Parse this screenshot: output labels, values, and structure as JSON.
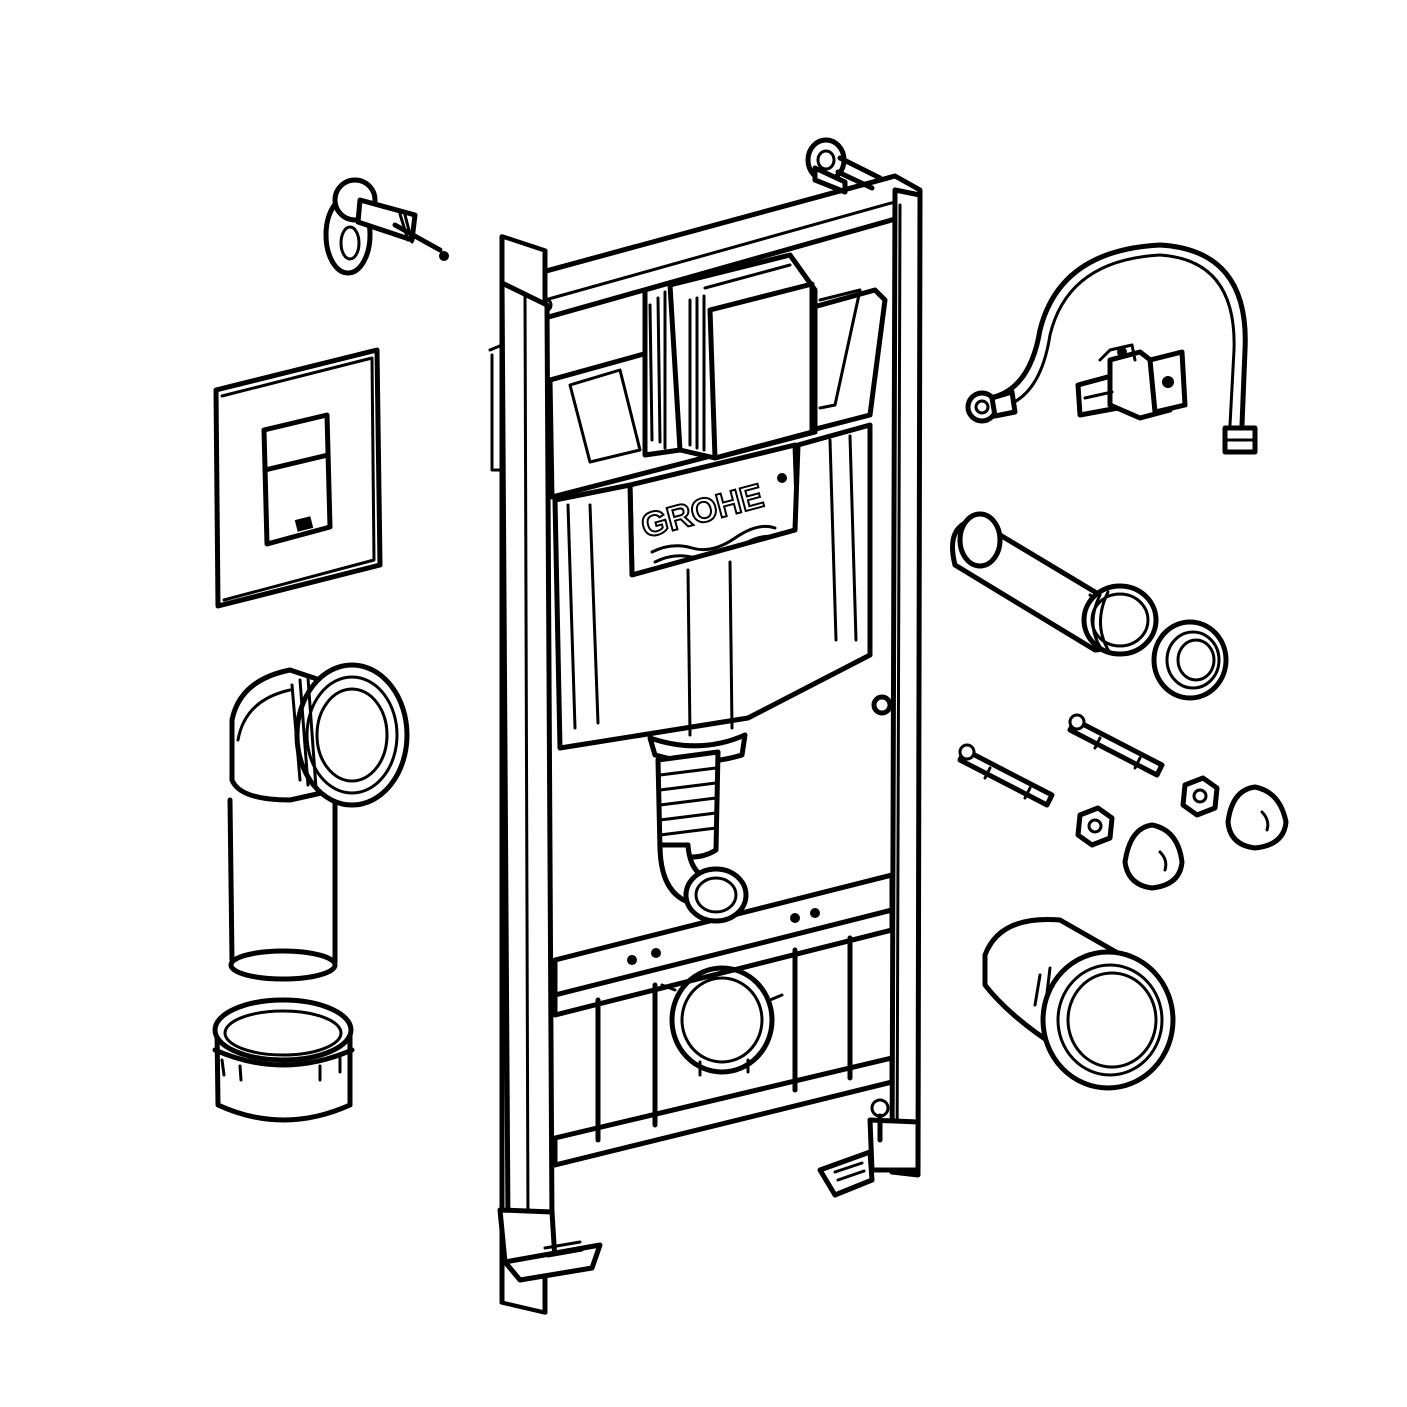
{
  "brand": {
    "logo_text": "GROHE"
  },
  "parts": [
    {
      "id": "installation-frame"
    },
    {
      "id": "cistern"
    },
    {
      "id": "wall-bracket-kit"
    },
    {
      "id": "flush-plate"
    },
    {
      "id": "flush-bend-elbow"
    },
    {
      "id": "reducer-sleeve"
    },
    {
      "id": "supply-hose-and-angle-valve"
    },
    {
      "id": "connection-pipe"
    },
    {
      "id": "pipe-seal"
    },
    {
      "id": "mounting-bolts"
    },
    {
      "id": "bolt-nuts"
    },
    {
      "id": "bolt-caps"
    },
    {
      "id": "drain-connector"
    }
  ],
  "colors": {
    "line": "#000000",
    "background": "#ffffff"
  }
}
